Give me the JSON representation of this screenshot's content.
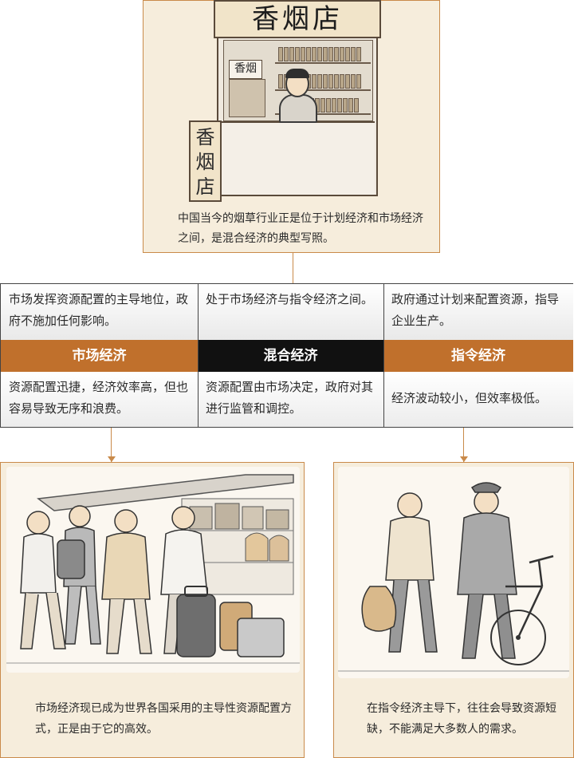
{
  "top_illustration": {
    "shop_sign": "香烟店",
    "mini_sign": "香烟",
    "side_sign": [
      "香",
      "烟",
      "店"
    ],
    "caption": "中国当今的烟草行业正是位于计划经济和市场经济之间，是混合经济的典型写照。"
  },
  "comparison_table": {
    "columns": [
      {
        "description": "市场发挥资源配置的主导地位，政府不施加任何影响。",
        "title": "市场经济",
        "feature": "资源配置迅捷，经济效率高，但也容易导致无序和浪费。",
        "title_color": "#c0702c"
      },
      {
        "description": "处于市场经济与指令经济之间。",
        "title": "混合经济",
        "feature": "资源配置由市场决定，政府对其进行监管和调控。",
        "title_color": "#111111"
      },
      {
        "description": "政府通过计划来配置资源，指导企业生产。",
        "title": "指令经济",
        "feature": "经济波动较小，但效率极低。",
        "title_color": "#c0702c"
      }
    ]
  },
  "bottom_left": {
    "caption": "市场经济现已成为世界各国采用的主导性资源配置方式，正是由于它的高效。"
  },
  "bottom_right": {
    "caption": "在指令经济主导下，往往会导致资源短缺，不能满足大多数人的需求。"
  },
  "colors": {
    "accent_orange": "#c0702c",
    "panel_bg": "#f6eddc",
    "panel_border": "#c98a4a",
    "header_light_gradient": "#e9e9e9"
  }
}
